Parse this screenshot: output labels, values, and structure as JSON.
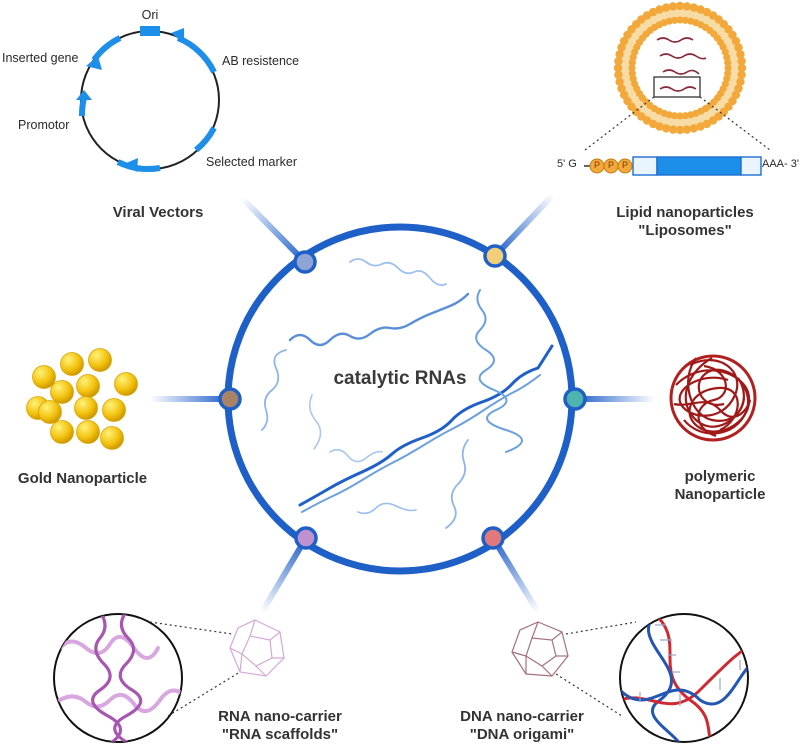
{
  "center": {
    "label": "catalytic RNAs"
  },
  "nodes": {
    "viral": {
      "label": "Viral Vectors",
      "color": "#8ea3d6"
    },
    "lipid": {
      "line1": "Lipid nanoparticles",
      "line2": "\"Liposomes\"",
      "color": "#f1cf7a"
    },
    "gold": {
      "label": "Gold Nanoparticle",
      "color": "#a98268"
    },
    "polymeric": {
      "line1": "polymeric",
      "line2": "Nanoparticle",
      "color": "#4fb3b0"
    },
    "rna": {
      "line1": "RNA nano-carrier",
      "line2": "\"RNA scaffolds\"",
      "color": "#bf92cf"
    },
    "dna": {
      "line1": "DNA nano-carrier",
      "line2": "\"DNA origami\"",
      "color": "#e0787c"
    }
  },
  "plasmid": {
    "ori": "Ori",
    "ab": "AB resistence",
    "gene": "Inserted gene",
    "promotor": "Promotor",
    "marker": "Selected marker"
  },
  "mrna": {
    "five_prime": "5' G",
    "cap": [
      "P",
      "P",
      "P"
    ],
    "three_prime": "AAA- 3'"
  },
  "colors": {
    "ring": "#1f5fc8",
    "spoke_light": "#b7d2f2",
    "plasmid_arrow": "#1e8fe8",
    "lipid_head": "#f2a83a",
    "gold": "#f3c20e",
    "polymer": "#a01818",
    "rna_strand": "#a657b0",
    "dna_red": "#cf2a33",
    "dna_blue": "#2457b3"
  }
}
